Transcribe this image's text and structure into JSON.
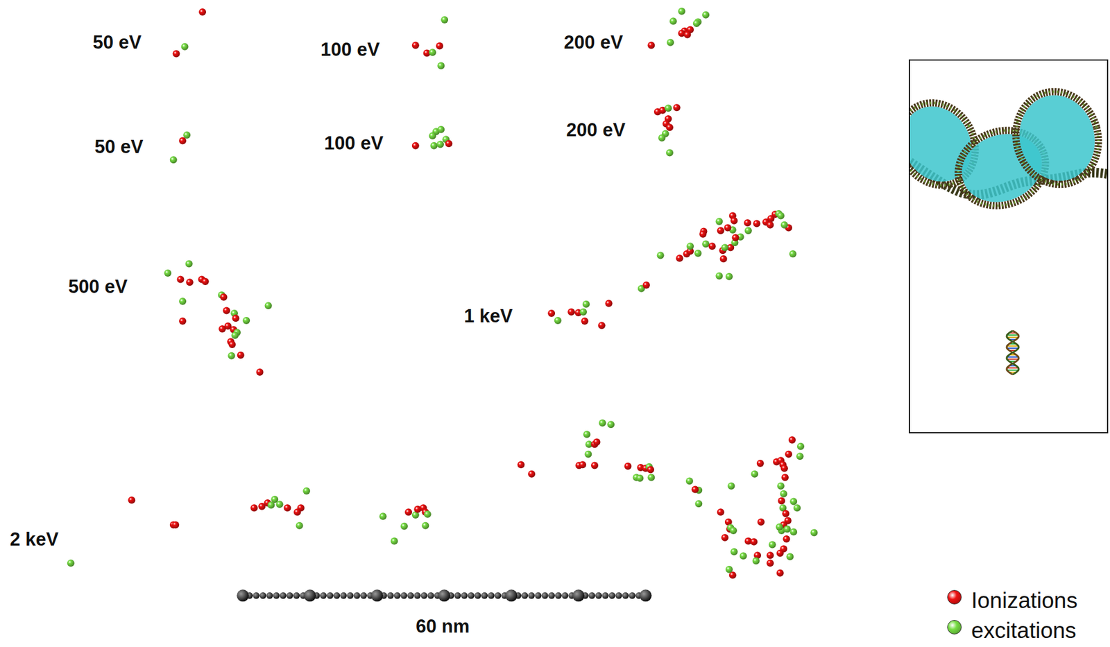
{
  "diagram": {
    "labels": [
      "50 eV",
      "100 eV",
      "200 eV",
      "50 eV",
      "100 eV",
      "200 eV",
      "500 eV",
      "1 keV",
      "2 keV",
      "60 nm"
    ],
    "legend": [
      {
        "text": "Ionizations",
        "color": "#ee1111"
      },
      {
        "text": "excitations",
        "color": "#77dd44"
      }
    ]
  }
}
